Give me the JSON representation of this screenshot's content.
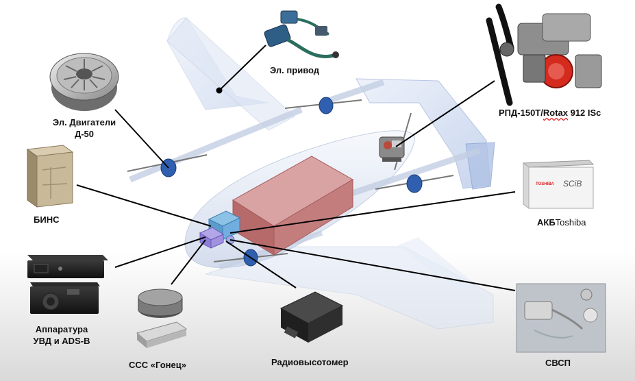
{
  "labels": {
    "el_drive": "Эл. привод",
    "el_motors_line1": "Эл. Двигатели",
    "el_motors_line2": "Д-50",
    "engine_prefix": "РПД-150Т/",
    "engine_brand": "Rotax",
    "engine_suffix": " 912 ISc",
    "bins": "БИНС",
    "battery_prefix": "АКБ",
    "battery_brand": "Toshiba",
    "uvd_line1": "Аппаратура",
    "uvd_line2": "УВД и ADS-B",
    "sss": "ССС «Гонец»",
    "radio_altimeter": "Радиовысотомер",
    "svsp": "СВСП"
  },
  "device_text": {
    "battery_logo": "TOSHIBA",
    "battery_product": "SCiB"
  },
  "colors": {
    "wing": "#c9d6ee",
    "fuselage": "#dfe6f3",
    "fuel_tank": "#c98a8a",
    "motor_blue": "#2f5fae",
    "avionics": "#6aa9d6",
    "leader_line": "#000000"
  }
}
